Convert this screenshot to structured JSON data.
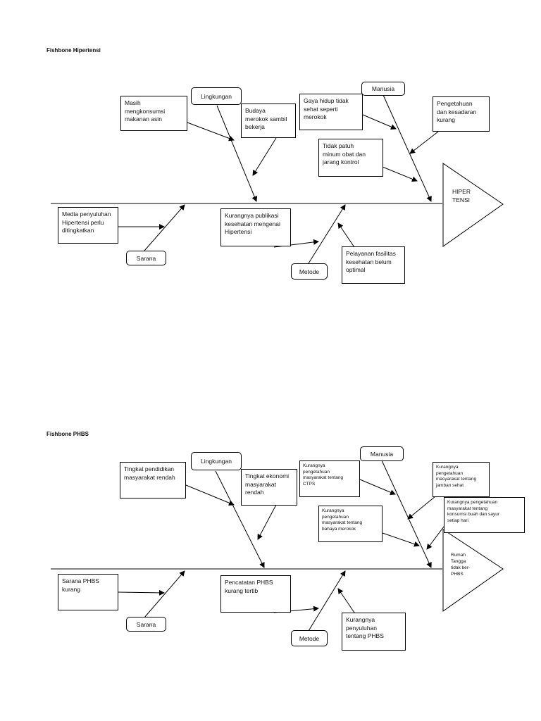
{
  "diagrams": [
    {
      "title": "Fishbone Hipertensi",
      "head": "HIPER\nTENSI",
      "categories": {
        "lingkungan": "Lingkungan",
        "manusia": "Manusia",
        "sarana": "Sarana",
        "metode": "Metode"
      },
      "causes": {
        "lingkungan_1": "Masih\nmengkonsumsi\nmakanan asin",
        "lingkungan_2": "Budaya\nmerokok sambil\nbekerja",
        "manusia_1": "Gaya hidup tidak\nsehat seperti\nmerokok",
        "manusia_2": "Pengetahuan\ndan kesadaran\nkurang",
        "manusia_3": "Tidak patuh\nminum obat dan\njarang kontrol",
        "sarana_1": "Media penyuluhan\nHipertensi perlu\nditingkatkan",
        "metode_1": "Kurangnya publikasi\nkesehatan mengenai\nHipertensi",
        "metode_2": "Pelayanan fasilitas\nkesehatan belum\noptimal"
      }
    },
    {
      "title": "Fishbone PHBS",
      "head": "Rumah\nTangga\ntidak ber-\nPHBS",
      "categories": {
        "lingkungan": "Lingkungan",
        "manusia": "Manusia",
        "sarana": "Sarana",
        "metode": "Metode"
      },
      "causes": {
        "lingkungan_1": "Tingkat pendidikan\nmasyarakat rendah",
        "lingkungan_2": "Tingkat ekonomi\nmasyarakat\nrendah",
        "manusia_1": "Kurangnya\npengetahuan\nmasyarakat tentang\nCTPS",
        "manusia_2": "Kurangnya\npengetahuan\nmasyarakat tentang\njamban sehat",
        "manusia_3": "Kurangnya pengetahuan\nmasyarakat tentang\nkonsumsi buah dan sayur\nsetiap hari",
        "manusia_4": "Kurangnya\npengetahuan\nmasyarakat tentang\nbahaya merokok",
        "sarana_1": "Sarana PHBS kurang",
        "metode_1": "Pencatatan PHBS\nkurang tertib",
        "metode_2": "Kurangnya\npenyuluhan\ntentang PHBS"
      }
    }
  ]
}
